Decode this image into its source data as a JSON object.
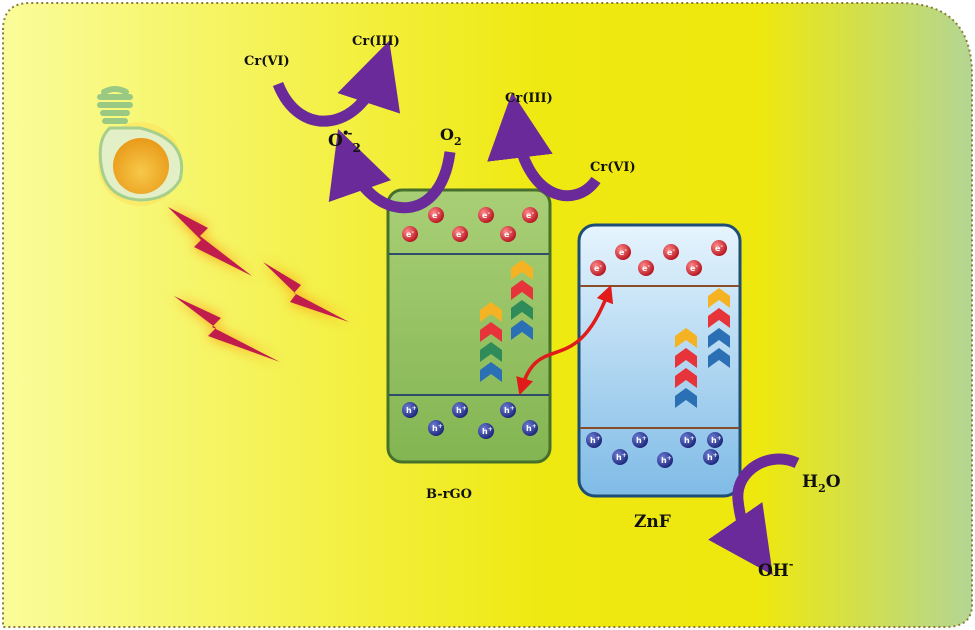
{
  "colors": {
    "bg_left": "#fafc9a",
    "bg_mid": "#f0ec12",
    "bg_right": "#b5d790",
    "border": "#8a7d3a",
    "arrow_purple": "#6a2a9a",
    "transfer_red": "#e11a1a",
    "green_box": "#8fbf5c",
    "blue_box": "#b9dcf3",
    "electron": "#d21f2a",
    "hole": "#2b3a9a",
    "bolt": "#c01d4d",
    "bulb_core": "#f3b233"
  },
  "labels": {
    "cr6_top": "Cr(VI)",
    "cr3_top": "Cr(III)",
    "o2_radical": "O₂",
    "o2": "O₂",
    "cr3_right": "Cr(III)",
    "cr6_right": "Cr(VI)",
    "brgo": "B-rGO",
    "znf": "ZnF",
    "h2o": "H₂O",
    "oh": "OH",
    "electron_symbol": "e",
    "hole_symbol": "h",
    "radical_mark": "•",
    "minus": "-",
    "plus": "+"
  },
  "icons": [
    "light-bulb-icon",
    "lightning-bolt-icon",
    "chevron-arrow-icon"
  ]
}
